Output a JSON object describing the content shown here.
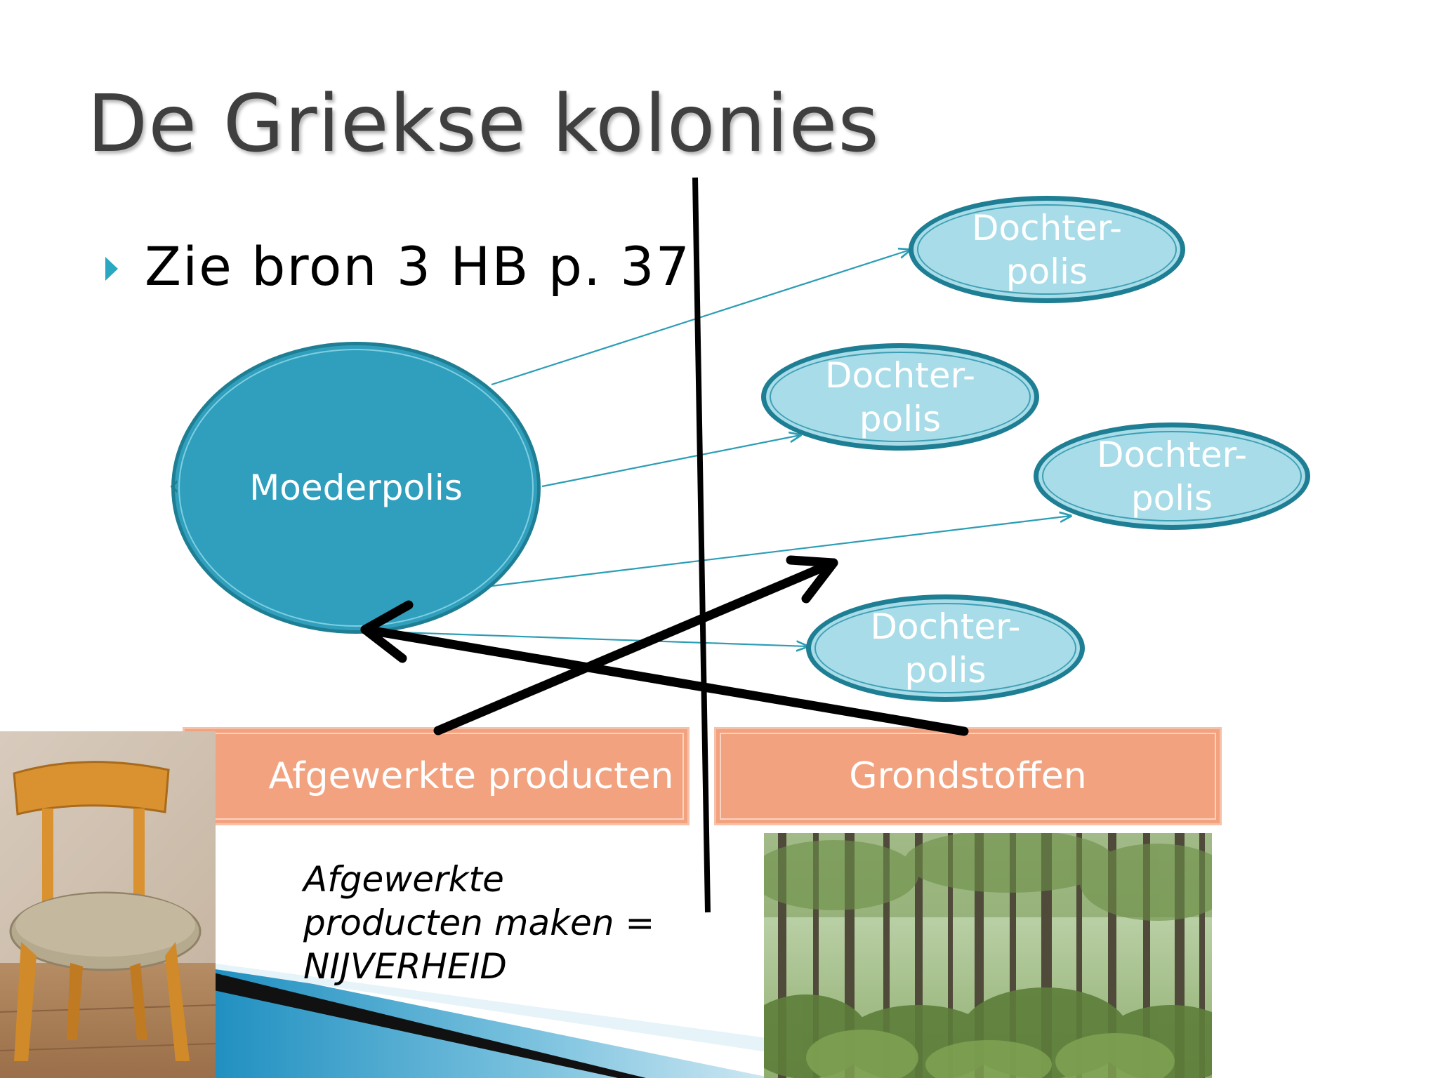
{
  "slide": {
    "title": "De Griekse kolonies",
    "bullet": "Zie bron 3 HB p. 37"
  },
  "diagram": {
    "mother": "Moederpolis",
    "daughters": [
      "Dochter-\npolis",
      "Dochter-\npolis",
      "Dochter-\npolis",
      "Dochter-\npolis"
    ],
    "box_left": "Afgewerkte producten",
    "box_right": "Grondstoffen",
    "note": "Afgewerkte\nproducten maken =\nNIJVERHEID"
  },
  "colors": {
    "mother_fill": "#2f9fbd",
    "daughter_fill": "#a8dce8",
    "outline": "#1e7e93",
    "box_fill": "#f3a27f",
    "arrow_thin": "#2a9db5",
    "bullet": "#2aa7c1"
  },
  "icons": {
    "bullet": "triangle-bullet-icon",
    "chair": "wooden-chair-photo",
    "forest": "forest-photo"
  }
}
